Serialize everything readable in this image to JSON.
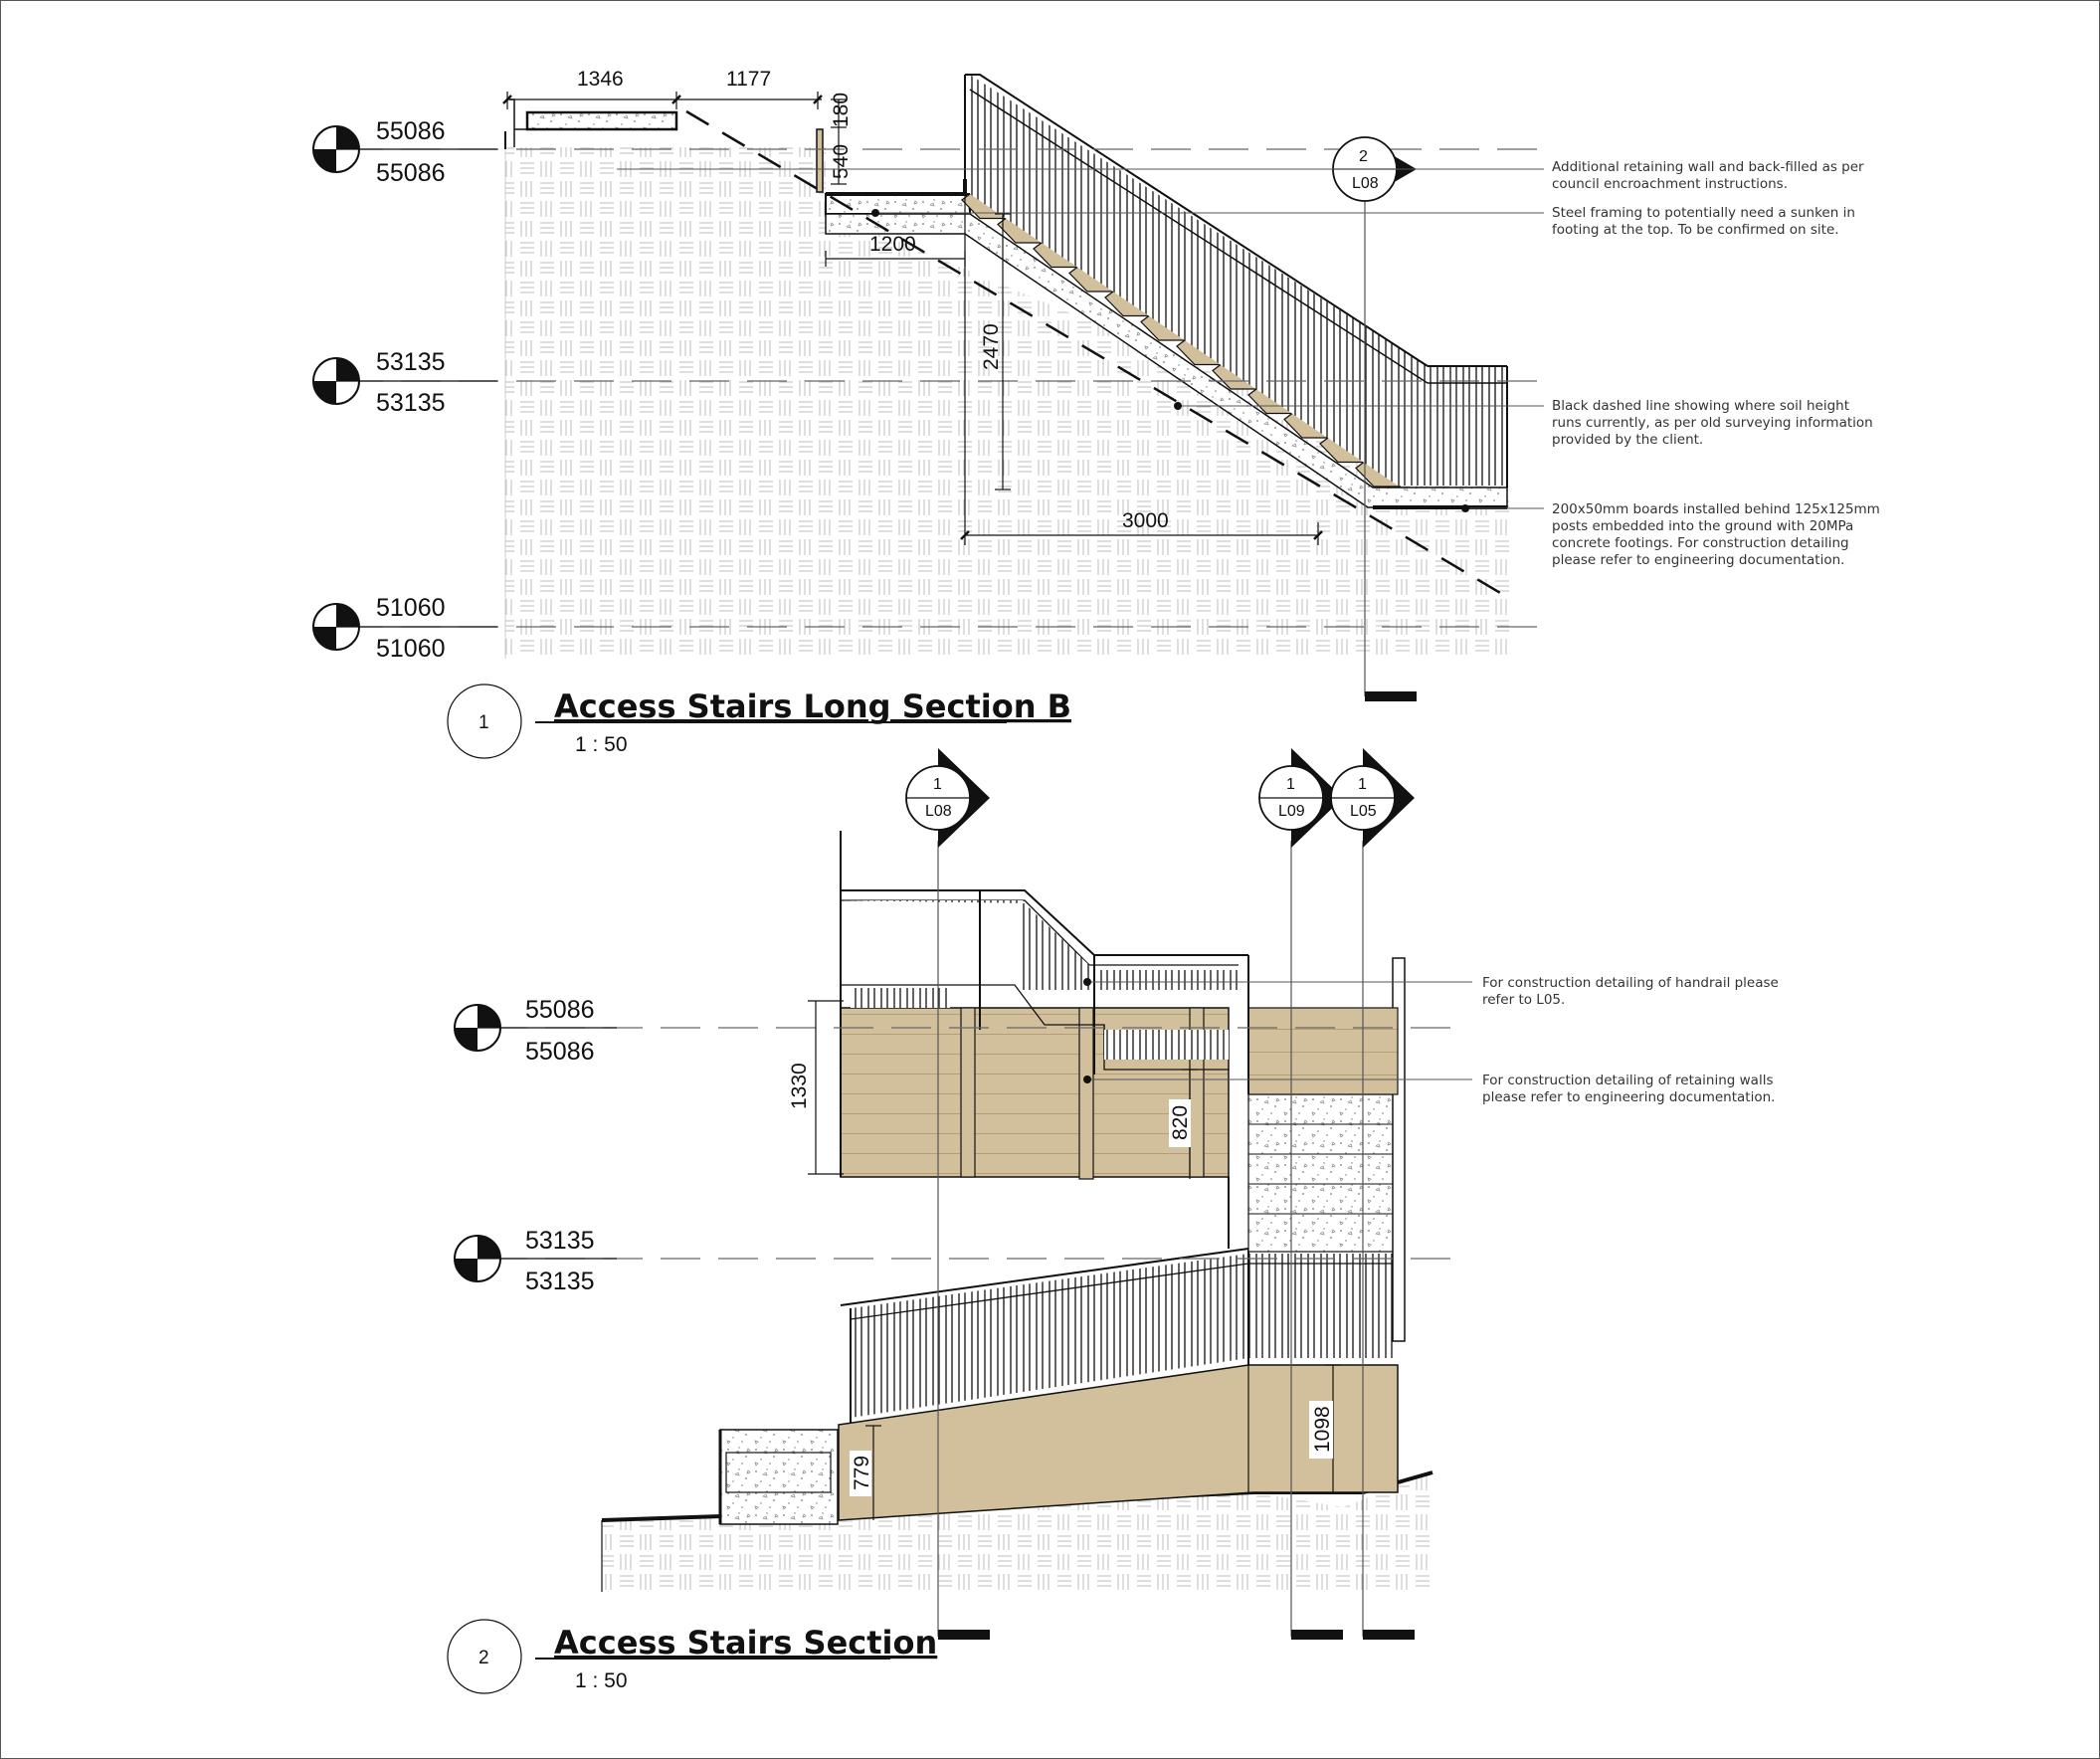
{
  "view1": {
    "number": "1",
    "title": "Access Stairs Long Section B",
    "scale": "1 : 50",
    "levels": [
      {
        "top": "55086",
        "bottom": "55086"
      },
      {
        "top": "53135",
        "bottom": "53135"
      },
      {
        "top": "51060",
        "bottom": "51060"
      }
    ],
    "dimensions": {
      "d1346": "1346",
      "d1177": "1177",
      "d180": "180",
      "d540": "540",
      "d1200": "1200",
      "d2470": "2470",
      "d3000": "3000"
    },
    "section_tag": {
      "number": "2",
      "sheet": "L08"
    },
    "notes": [
      [
        "Additional retaining wall and back-filled as per",
        "council encroachment instructions."
      ],
      [
        "Steel framing to potentially need a sunken in",
        "footing at the top. To be confirmed on site."
      ],
      [
        "Black dashed line showing where soil height",
        "runs currently, as per old surveying information",
        "provided by the client."
      ],
      [
        "200x50mm boards installed behind 125x125mm",
        "posts embedded into the ground with 20MPa",
        "concrete footings. For construction detailing",
        "please refer to engineering documentation."
      ]
    ]
  },
  "view2": {
    "number": "2",
    "title": "Access Stairs Section",
    "scale": "1 : 50",
    "levels": [
      {
        "top": "55086",
        "bottom": "55086"
      },
      {
        "top": "53135",
        "bottom": "53135"
      }
    ],
    "dimensions": {
      "d1330": "1330",
      "d820": "820",
      "d779": "779",
      "d1098": "1098"
    },
    "section_tags": [
      {
        "number": "1",
        "sheet": "L08"
      },
      {
        "number": "1",
        "sheet": "L09"
      },
      {
        "number": "1",
        "sheet": "L05"
      }
    ],
    "notes": [
      [
        "For construction detailing of handrail please",
        "refer to L05."
      ],
      [
        "For construction detailing of retaining walls",
        "please refer to engineering documentation."
      ]
    ]
  },
  "colors": {
    "timber": "#d2bf9b",
    "line": "#111111",
    "hatch": "#bdbdbd",
    "concrete_dot": "#666666"
  }
}
